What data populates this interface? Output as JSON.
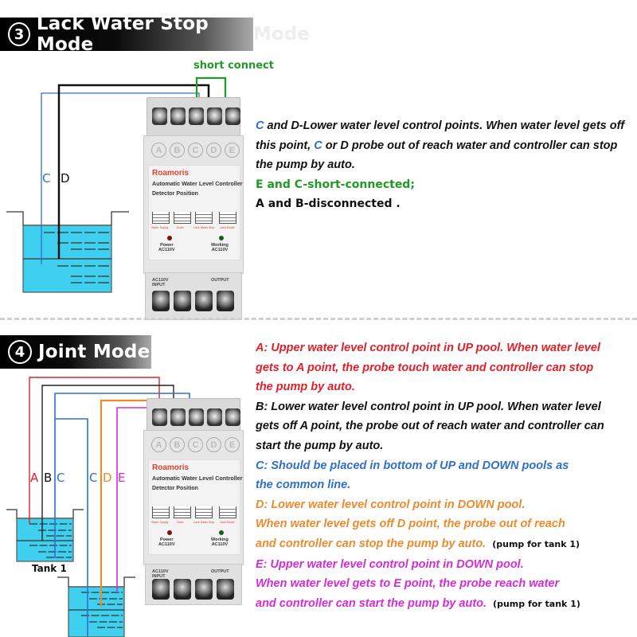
{
  "section3": {
    "number": "3",
    "title": "Lack Water Stop Mode",
    "ghost_text": "Mode",
    "short_connect_label": "short connect",
    "probe_labels": {
      "c": "C",
      "d": "D"
    },
    "description": {
      "line1_c": "C",
      "line1_rest": " and D-Lower water level control points. When water level gets off",
      "line2_pre": "this point, ",
      "line2_c": "C",
      "line2_rest": " or D probe out of reach water and controller can stop",
      "line3": "the pump by auto.",
      "line4": "E and C-short-connected;",
      "line5": "A and B-disconnected ."
    }
  },
  "section4": {
    "number": "4",
    "title": "Joint Mode",
    "tank1_label": "Tank 1",
    "probe_labels": {
      "a": "A",
      "b": "B",
      "c1": "C",
      "c2": "C",
      "d": "D",
      "e": "E"
    },
    "description": {
      "a1": "A:  Upper water level control point in UP pool. When water level",
      "a2": "gets to A point, the probe touch water and controller can stop",
      "a3": "the pump by auto.",
      "b1": "B:  Lower water level control point in UP pool. When water level",
      "b2": "gets off A point, the probe out of reach water and controller can",
      "b3": "start the pump by auto.",
      "c1": "C:  Should be placed in bottom of UP and DOWN pools as",
      "c2": "the common line.",
      "d1": "D:  Lower water level control point in DOWN pool.",
      "d2": "When water level gets off D point,  the probe out of reach",
      "d3": "and controller can stop the pump by auto.",
      "d3_note": "(pump for tank 1)",
      "e1": "E: Upper water level control point in DOWN pool.",
      "e2": "When water level gets to E point, the probe reach water",
      "e3": "and controller can start the pump by auto.",
      "e3_note": "(pump for tank 1)"
    }
  },
  "controller": {
    "terminals": [
      "A",
      "B",
      "C",
      "D",
      "E"
    ],
    "brand": "Roamoris",
    "model": "Automatic Water Level Controller",
    "detector_label": "Detector Position",
    "modes": [
      "Water Supply",
      "Drain",
      "Lack Water Stop",
      "Joint Model"
    ],
    "power_label": "Power",
    "power_voltage": "AC110V",
    "working_label": "Working",
    "working_voltage": "AC110V",
    "input_label": "AC110V INPUT",
    "output_label": "OUTPUT"
  },
  "colors": {
    "wire_a": "#e0202a",
    "wire_b": "#111111",
    "wire_c": "#2f6fd0",
    "wire_d": "#ec8a2e",
    "wire_e": "#d52bd8",
    "short_connect": "#1f9a24",
    "water": "#3fd0f0"
  }
}
